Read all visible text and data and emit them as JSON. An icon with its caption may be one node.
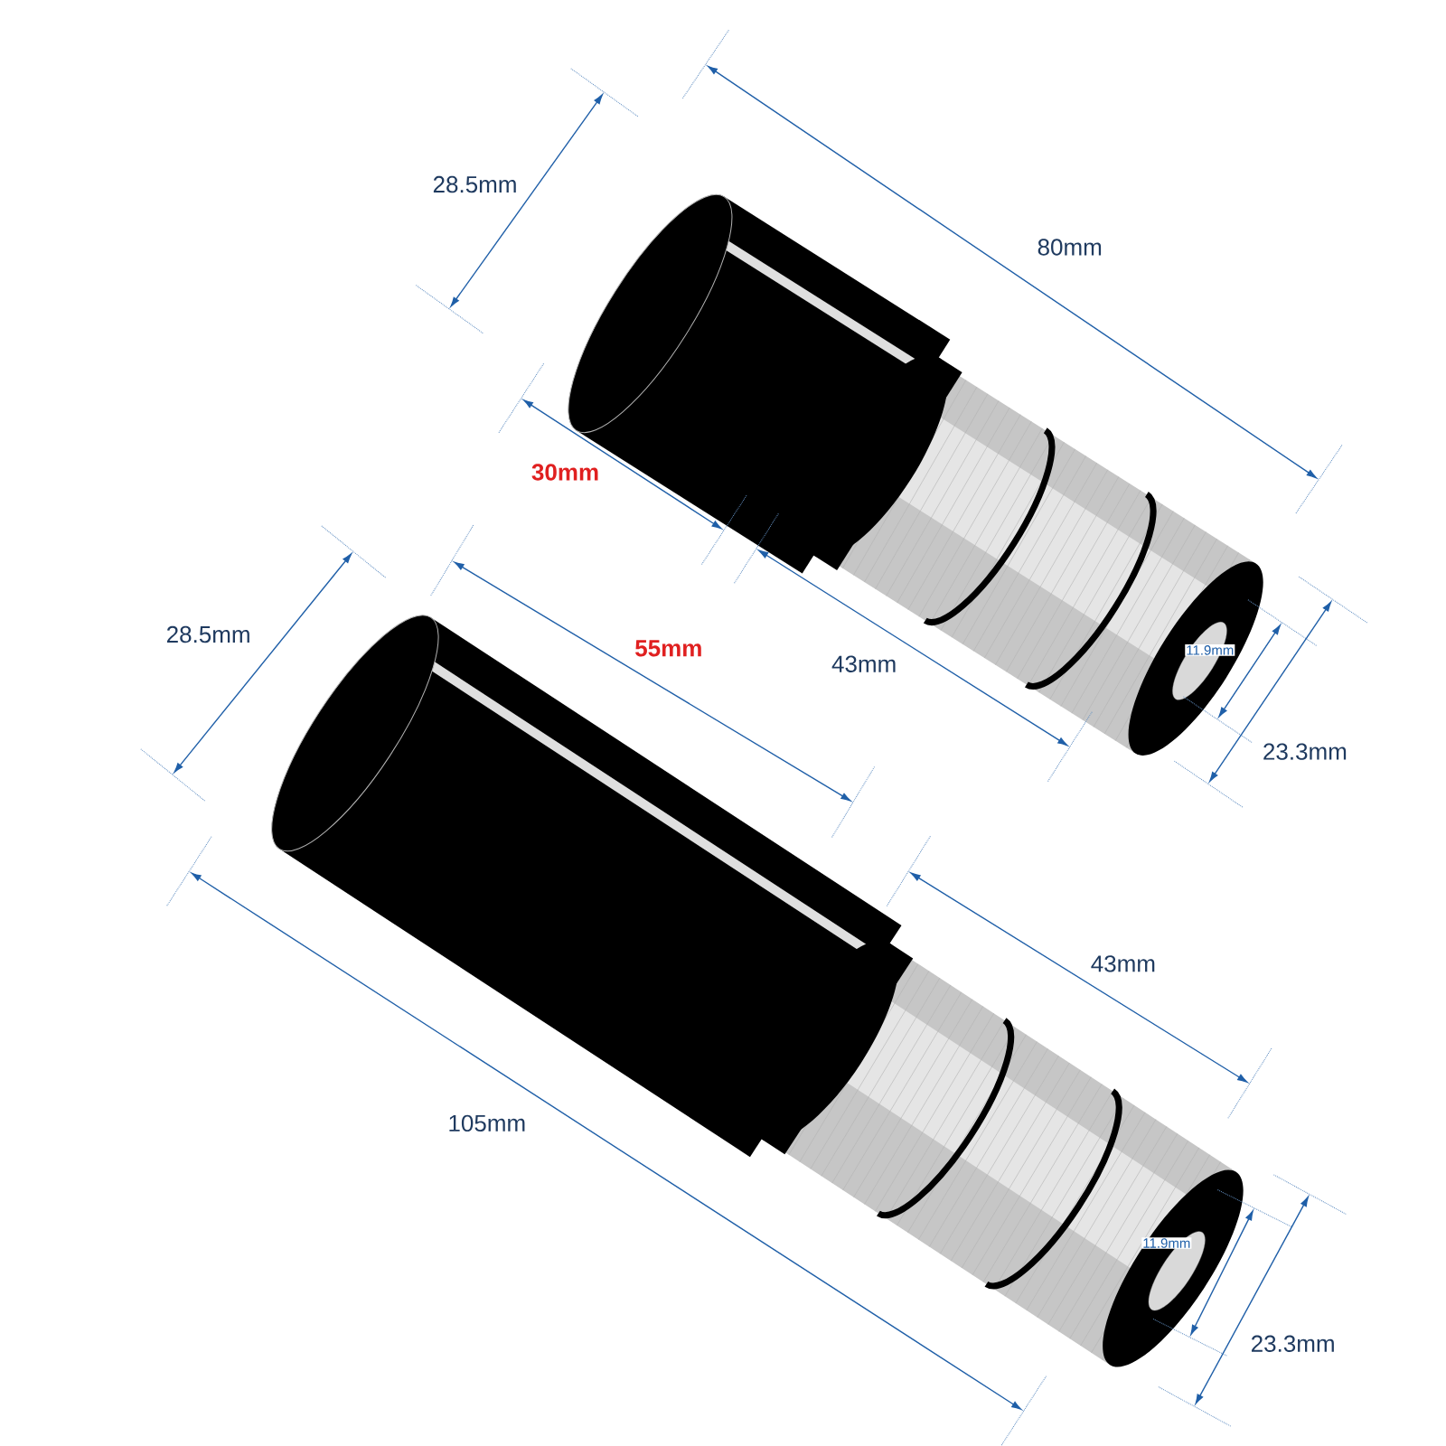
{
  "diagram": {
    "labels": [
      "28.5mm",
      "80mm",
      "30mm",
      "28.5mm",
      "55mm",
      "43mm",
      "11.9mm",
      "23.3mm",
      "43mm",
      "105mm",
      "11.9mm",
      "23.3mm"
    ]
  }
}
